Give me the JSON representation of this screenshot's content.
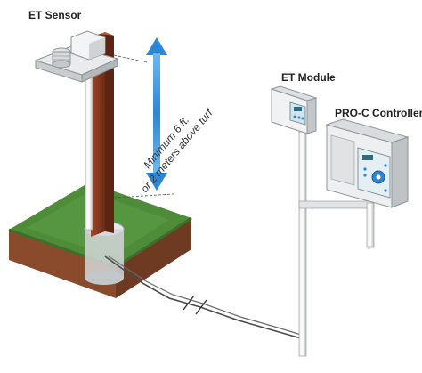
{
  "labels": {
    "et_sensor": "ET Sensor",
    "et_module": "ET Module",
    "pro_c_controller": "PRO-C Controller"
  },
  "height_note": {
    "line1": "Minimum 6 ft.",
    "line2": "or 2 meters above turf"
  },
  "colors": {
    "grass": "#4f8c3a",
    "soil": "#8a4a2c",
    "post": "#8b3a1f",
    "arrow": "#2a86d6",
    "conduit": "#d8dadb"
  }
}
